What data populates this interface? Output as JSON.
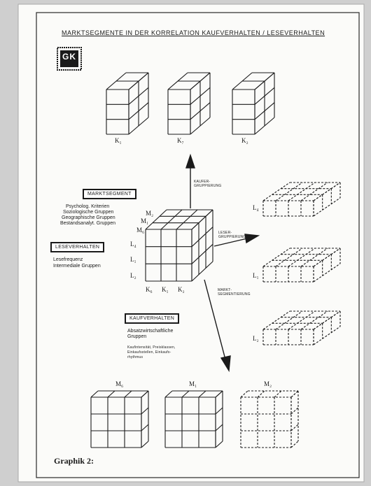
{
  "title": "MARKTSEGMENTE IN DER KORRELATION KAUFVERHALTEN / LESEVERHALTEN",
  "logo_text": "GK",
  "top_labels": [
    "K₁",
    "K₇",
    "K₂"
  ],
  "right_labels": [
    "L₄",
    "L₁",
    "L₂"
  ],
  "bottom_labels": [
    "M₆",
    "M₁",
    "M₂"
  ],
  "center": {
    "m_labels": [
      "M₂",
      "M₁",
      "M₆"
    ],
    "l_labels": [
      "L₄",
      "L₁",
      "L₂"
    ],
    "k_labels": [
      "K₆",
      "K₁",
      "K₂"
    ]
  },
  "arrows": {
    "up": "KAUFER-GRUPPIERUNG",
    "right": "LESER-GRUPPIERUNG",
    "down": "MARKT-SEGMENTIERUNG"
  },
  "legend": {
    "marktsegment": {
      "heading": "MARKTSEGMENT",
      "lines": [
        "Psycholog. Kriterien",
        "Soziologische Gruppen",
        "Geographische Gruppen",
        "Bestandsanalyt. Gruppen"
      ]
    },
    "leseverhalten": {
      "heading": "LESEVERHALTEN",
      "lines": [
        "Lesefrequenz",
        "Intermediale Gruppen"
      ]
    },
    "kaufverhalten": {
      "heading": "KAUFVERHALTEN",
      "lines": [
        "Absatzwirtschaftliche",
        "Gruppen"
      ],
      "sub": [
        "Kaufintensität, Preisklassen,",
        "Einkaufsstellen, Einkaufs-",
        "rhythmus"
      ]
    }
  },
  "caption": "Graphik 2:"
}
